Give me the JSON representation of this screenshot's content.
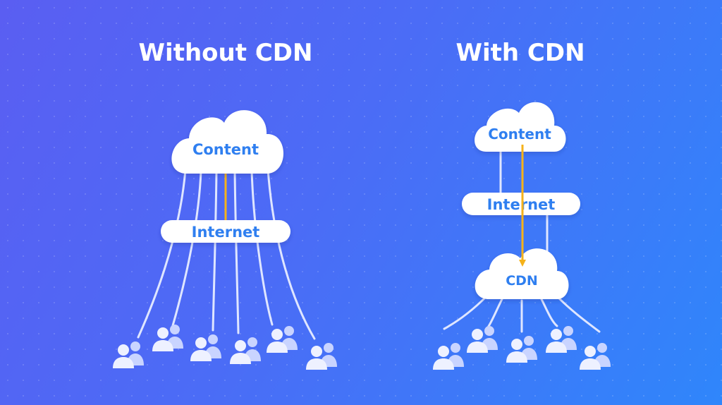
{
  "left_panel": {
    "title": "Without CDN",
    "cloud_label": "Content",
    "bar_label": "Internet"
  },
  "right_panel": {
    "title": "With CDN",
    "cloud_label": "Content",
    "bar_label": "Internet",
    "cdn_label": "CDN"
  },
  "colors": {
    "background_start": "#5a5ef2",
    "background_end": "#2f86fb",
    "label_blue": "#2f7ff0",
    "link_lines": "#dfe6ff",
    "data_arrow": "#f5b21a",
    "user_icon": "#eef1ff",
    "user_icon_back": "#c9d4ff"
  },
  "icons": {
    "cloud": "cloud-icon",
    "users": "user-group-icon"
  }
}
